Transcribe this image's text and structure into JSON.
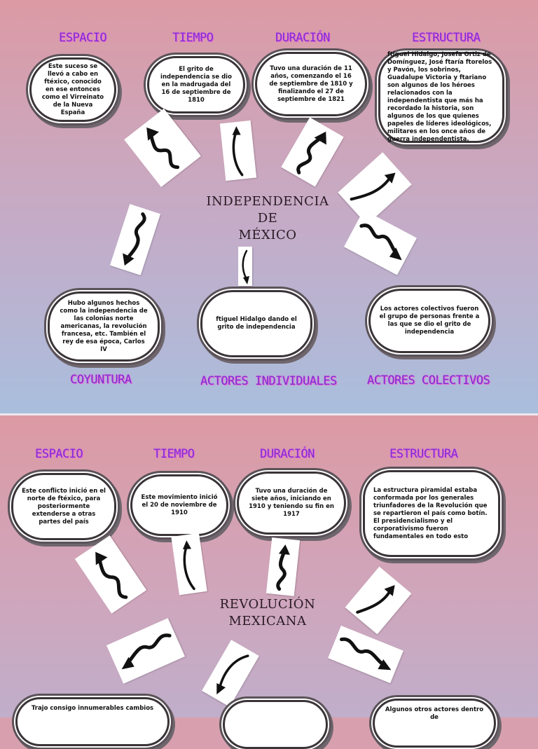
{
  "panel1": {
    "title_line1": "INDEPENDENCIA DE",
    "title_line2": "MÉXICO",
    "labels": {
      "espacio": "ESPACIO",
      "tiempo": "TIEMPO",
      "duracion": "DURACIÓN",
      "estructura": "ESTRUCTURA",
      "coyuntura": "COYUNTURA",
      "actores_individuales": "ACTORES INDIVIDUALES",
      "actores_colectivos": "ACTORES COLECTIVOS"
    },
    "clouds": {
      "espacio": "Este suceso se llevó a cabo en ftéxico, conocido en ese entonces como el Virreinato de la Nueva España",
      "tiempo": "El grito de independencia se dio en la madrugada del 16 de septiembre de 1810",
      "duracion": "Tuvo una duración de 11 años, comenzando el 16 de septiembre de 1810 y finalizando el 27 de septiembre de 1821",
      "estructura": "ftiguel Hidalgo, Josefa Ortiz de Domínguez, José ftaría ftorelos y Pavón, los sobrinos, Guadalupe Victoria y ftariano son algunos de los héroes relacionados con la independentista que más ha recordado la historia, son algunos de los que quienes papeles de líderes ideológicos, militares en los once años de guerra independentista.",
      "coyuntura": "Hubo algunos hechos como la independencia de las colonias norte americanas, la revolución francesa, etc. También el rey de esa época, Carlos IV",
      "actores_individuales": "ftiguel Hidalgo dando el grito de independencia",
      "actores_colectivos": "Los actores colectivos fueron el grupo de personas frente a las que se dio el grito de independencia"
    }
  },
  "panel2": {
    "title_line1": "REVOLUCIÓN",
    "title_line2": "MEXICANA",
    "labels": {
      "espacio": "ESPACIO",
      "tiempo": "TIEMPO",
      "duracion": "DURACIÓN",
      "estructura": "ESTRUCTURA"
    },
    "clouds": {
      "espacio": "Este conflicto inició en el norte de ftéxico, para posteriormente extenderse a otras partes del país",
      "tiempo": "Este movimiento inició el 20 de noviembre de 1910",
      "duracion": "Tuvo una duración de siete años, iniciando en 1910 y teniendo su fin en 1917",
      "estructura": "La estructura piramidal estaba conformada por los generales triunfadores de la Revolución que se repartieron el país como botín. El presidencialismo y el corporativismo fueron fundamentales en todo esto",
      "coyuntura": "Trajo consigo innumerables cambios",
      "actores_colectivos": "Algunos otros actores dentro de"
    }
  },
  "colors": {
    "label_purple": "#7a2fd4",
    "label_glow": "#ff7ad9",
    "cloud_border": "#3a3438"
  }
}
